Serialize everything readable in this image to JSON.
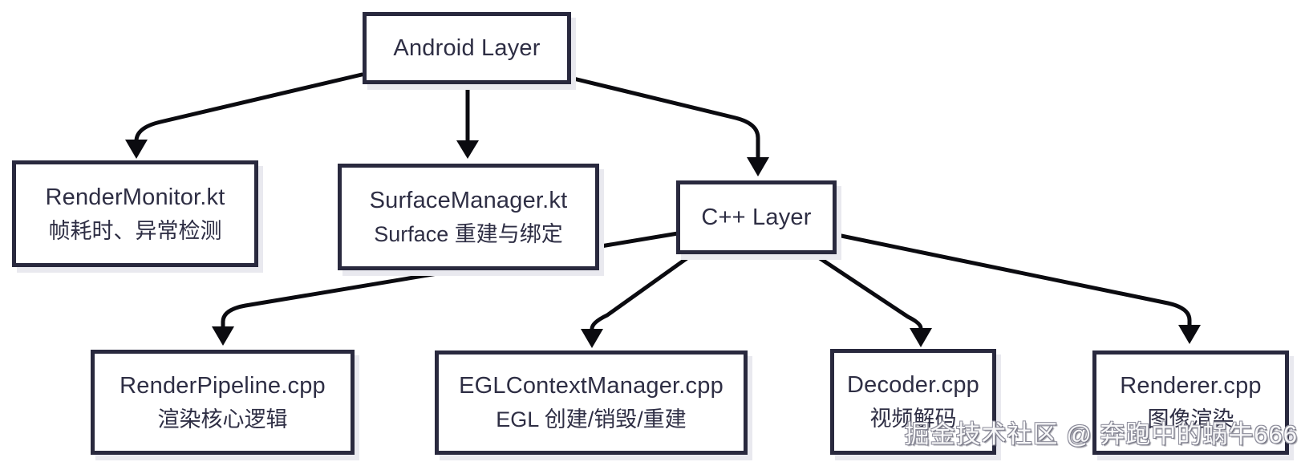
{
  "diagram": {
    "nodes": [
      {
        "id": "android-layer",
        "title": "Android Layer",
        "subtitle": ""
      },
      {
        "id": "render-monitor",
        "title": "RenderMonitor.kt",
        "subtitle": "帧耗时、异常检测"
      },
      {
        "id": "surface-manager",
        "title": "SurfaceManager.kt",
        "subtitle": "Surface 重建与绑定"
      },
      {
        "id": "cpp-layer",
        "title": "C++ Layer",
        "subtitle": ""
      },
      {
        "id": "render-pipeline",
        "title": "RenderPipeline.cpp",
        "subtitle": "渲染核心逻辑"
      },
      {
        "id": "egl-context-manager",
        "title": "EGLContextManager.cpp",
        "subtitle": "EGL 创建/销毁/重建"
      },
      {
        "id": "decoder",
        "title": "Decoder.cpp",
        "subtitle": "视频解码"
      },
      {
        "id": "renderer",
        "title": "Renderer.cpp",
        "subtitle": "图像渲染"
      }
    ],
    "edges": [
      {
        "from": "Android Layer",
        "to": "RenderMonitor.kt"
      },
      {
        "from": "Android Layer",
        "to": "SurfaceManager.kt"
      },
      {
        "from": "Android Layer",
        "to": "C++ Layer"
      },
      {
        "from": "C++ Layer",
        "to": "RenderPipeline.cpp"
      },
      {
        "from": "C++ Layer",
        "to": "EGLContextManager.cpp"
      },
      {
        "from": "C++ Layer",
        "to": "Decoder.cpp"
      },
      {
        "from": "C++ Layer",
        "to": "Renderer.cpp"
      }
    ],
    "colors": {
      "node_border": "#29293e",
      "node_text": "#2e2e44",
      "arrow": "#0b0b10",
      "background": "#ffffff",
      "shadow": "#e9e9ef"
    },
    "watermark": "掘金技术社区 @ 奔跑中的蜗牛666"
  }
}
